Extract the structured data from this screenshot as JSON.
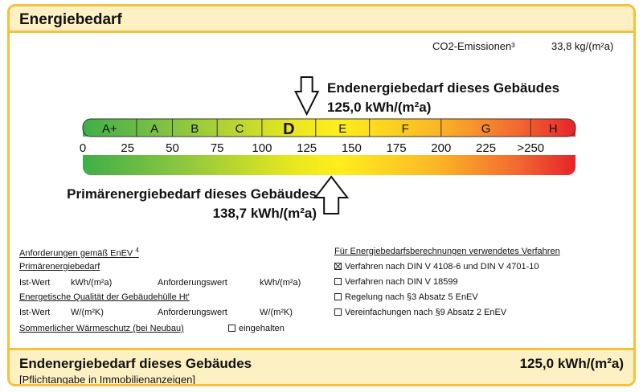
{
  "header": {
    "title": "Energiebedarf"
  },
  "co2": {
    "label": "CO2-Emissionen³",
    "value": "33,8 kg/(m²a)"
  },
  "end_energy": {
    "caption": "Endenergiebedarf dieses Gebäudes",
    "value": "125,0 kWh/(m²a)",
    "marker": 125
  },
  "primary_energy": {
    "caption": "Primärenergiebedarf dieses Gebäudes",
    "value": "138,7 kWh/(m²a)",
    "marker": 138.7
  },
  "scale": {
    "classes": [
      "A+",
      "A",
      "B",
      "C",
      "D",
      "E",
      "F",
      "G",
      "H"
    ],
    "class_bounds": [
      0,
      30,
      50,
      75,
      100,
      130,
      160,
      200,
      250,
      275
    ],
    "highlight_class": "D",
    "ticks": [
      "0",
      "25",
      "50",
      "75",
      "100",
      "125",
      "150",
      "175",
      "200",
      "225",
      ">250"
    ],
    "tick_values": [
      0,
      25,
      50,
      75,
      100,
      125,
      150,
      175,
      200,
      225,
      250
    ],
    "max": 275
  },
  "requirements": {
    "heading": "Anforderungen gemäß EnEV",
    "heading_sup": "4",
    "primary_heading": "Primärenergiebedarf",
    "ist_label": "Ist-Wert",
    "unit_kwh": "kWh/(m²a)",
    "anforderung_label": "Anforderungswert",
    "quality_heading": "Energetische Qualität der Gebäudehülle Ht'",
    "unit_wm2k": "W/(m²K)",
    "summer_label": "Sommerlicher Wärmeschutz (bei Neubau)",
    "summer_option": "eingehalten"
  },
  "methods": {
    "heading": "Für Energiebedarfsberechnungen verwendetes Verfahren",
    "options": [
      {
        "label": "Verfahren nach DIN V 4108-6 und DIN V 4701-10",
        "checked": true
      },
      {
        "label": "Verfahren nach DIN V 18599",
        "checked": false
      },
      {
        "label": "Regelung nach §3 Absatz 5 EnEV",
        "checked": false
      },
      {
        "label": "Vereinfachungen nach §9 Absatz 2 EnEV",
        "checked": false
      }
    ]
  },
  "footer": {
    "title": "Endenergiebedarf dieses Gebäudes",
    "value": "125,0 kWh/(m²a)",
    "note": "[Pflichtangabe in Immobilienanzeigen]"
  }
}
